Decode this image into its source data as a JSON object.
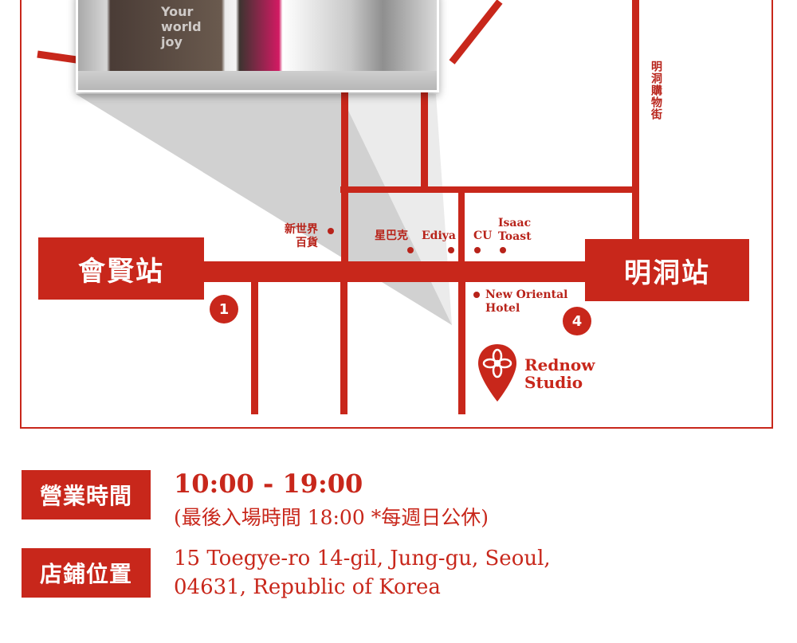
{
  "map": {
    "stations": {
      "left": "會賢站",
      "right": "明洞站"
    },
    "exits": {
      "left": "1",
      "right": "4"
    },
    "street_label": "明洞購物街",
    "landmarks": {
      "shinsegae": "新世界\n百貨",
      "starbucks": "星巴克",
      "ediya": "Ediya",
      "cu": "CU",
      "isaac": "Isaac\nToast",
      "hotel": "New Oriental\nHotel"
    },
    "store_name": "Rednow\nStudio",
    "store_icon": "flower-pin-icon",
    "photo_sign_text": "Your\nworld\njoy"
  },
  "info": {
    "hours_label": "營業時間",
    "hours_time": "10:00 - 19:00",
    "hours_note": "(最後入場時間 18:00 *每週日公休)",
    "location_label": "店鋪位置",
    "address_line1": "15 Toegye-ro 14-gil, Jung-gu, Seoul,",
    "address_line2": "04631, Republic of Korea"
  },
  "colors": {
    "brand_red": "#c8271b",
    "background": "#ffffff"
  }
}
